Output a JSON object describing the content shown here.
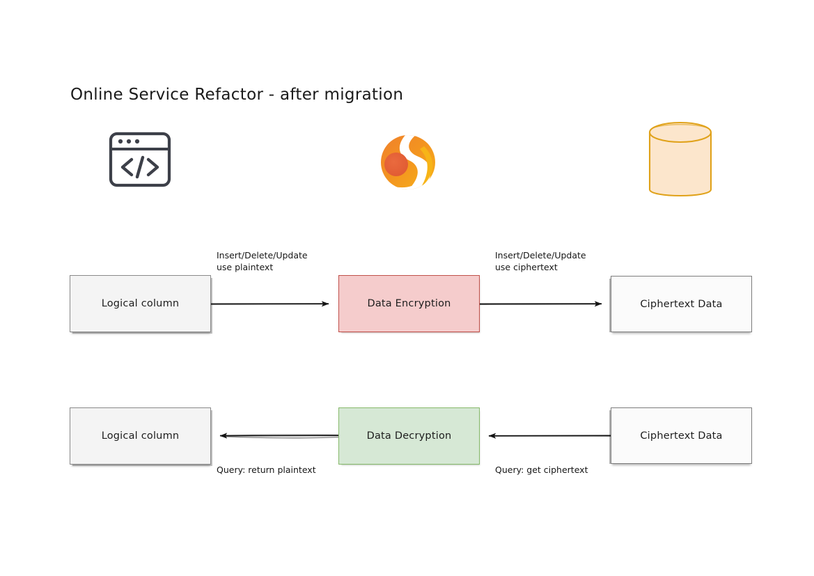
{
  "title": "Online Service Refactor - after migration",
  "icons": [
    {
      "name": "app-window-code-icon",
      "alt": "Application / code window"
    },
    {
      "name": "shardingsphere-logo-icon",
      "alt": "ShardingSphere logo"
    },
    {
      "name": "database-cylinder-icon",
      "alt": "Database"
    }
  ],
  "nodes": {
    "logical_column_top": "Logical column",
    "data_encryption": "Data Encryption",
    "ciphertext_data_top": "Ciphertext Data",
    "logical_column_bottom": "Logical column",
    "data_decryption": "Data Decryption",
    "ciphertext_data_bottom": "Ciphertext Data"
  },
  "edge_labels": {
    "insert_plaintext_line1": "Insert/Delete/Update",
    "insert_plaintext_line2": "use plaintext",
    "insert_ciphertext_line1": "Insert/Delete/Update",
    "insert_ciphertext_line2": "use ciphertext",
    "query_return_plaintext": "Query: return plaintext",
    "query_get_ciphertext": "Query: get ciphertext"
  },
  "colors": {
    "background": "#ffffff",
    "text": "#1a1a1a",
    "node_gray_fill": "#f4f4f4",
    "node_gray_stroke": "#8a8a8a",
    "node_pink_fill": "#f5cccc",
    "node_pink_stroke": "#c0504a",
    "node_green_fill": "#d6e8d5",
    "node_green_stroke": "#86b96a",
    "database_fill": "#fce6cc",
    "database_stroke": "#e0a21a",
    "icon_dark": "#3d4049",
    "logo_orange": "#f07f2a",
    "logo_amber": "#f5a623",
    "logo_deep_orange": "#e8603c",
    "edge_stroke": "#1a1a1a"
  }
}
